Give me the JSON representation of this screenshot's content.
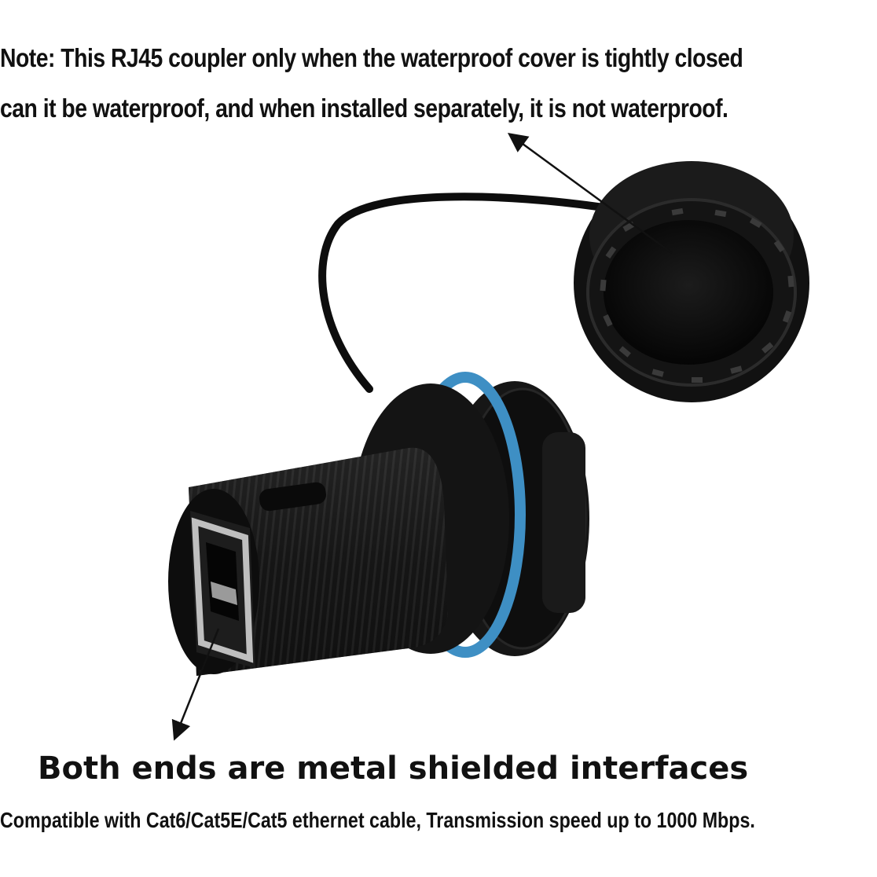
{
  "note": {
    "line1": "Note: This RJ45 coupler only when the waterproof cover is tightly closed",
    "line2": "can it be waterproof, and when installed separately, it is not waterproof."
  },
  "callouts": {
    "heading": "Both ends are metal shielded interfaces",
    "compatibility": "Compatible with Cat6/Cat5E/Cat5 ethernet cable, Transmission speed up to 1000 Mbps."
  },
  "colors": {
    "body": "#151515",
    "thread": "#2a2a2a",
    "oring": "#3e8fc4",
    "metal": "#bfbfbf",
    "text": "#111111"
  }
}
